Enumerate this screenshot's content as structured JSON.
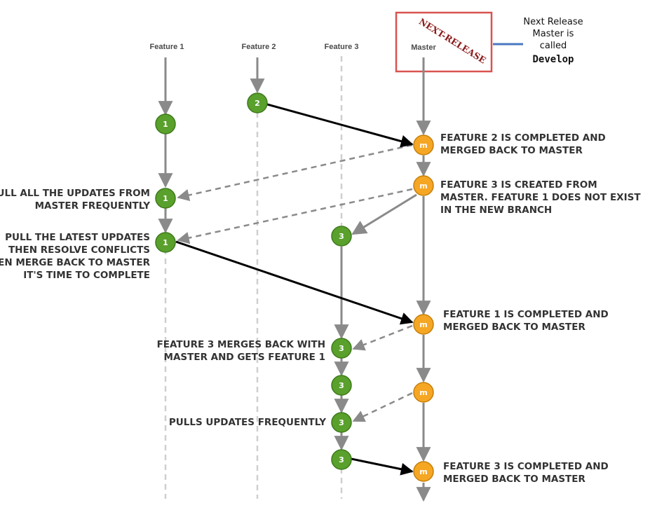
{
  "lanes": [
    {
      "id": "feature1",
      "label": "Feature 1"
    },
    {
      "id": "feature2",
      "label": "Feature 2"
    },
    {
      "id": "feature3",
      "label": "Feature 3"
    },
    {
      "id": "master",
      "label": "Master"
    }
  ],
  "stamp": "NEXT-RELEASE",
  "note": {
    "line1": "Next Release",
    "line2": "Master is",
    "line3": "called",
    "line4": "Develop"
  },
  "nodes": {
    "f2": "2",
    "f1": "1",
    "f3": "3",
    "merge": "m"
  },
  "annotations": {
    "master_m1": [
      "FEATURE 2 IS COMPLETED AND",
      "MERGED BACK TO MASTER"
    ],
    "master_m2": [
      "FEATURE 3 IS CREATED FROM",
      "MASTER. FEATURE 1 DOES NOT EXIST",
      "IN THE NEW BRANCH"
    ],
    "master_m3": [
      "FEATURE 1 IS COMPLETED AND",
      "MERGED BACK TO MASTER"
    ],
    "master_m5": [
      "FEATURE 3 IS COMPLETED AND",
      "MERGED BACK TO MASTER"
    ],
    "f1_pull": [
      "PULL ALL THE UPDATES FROM",
      "MASTER FREQUENTLY"
    ],
    "f1_complete": [
      "PULL THE LATEST UPDATES",
      "THEN RESOLVE CONFLICTS",
      "THEN MERGE BACK TO MASTER",
      "IT'S TIME TO COMPLETE"
    ],
    "f3_merge": [
      "FEATURE 3 MERGES BACK WITH",
      "MASTER AND GETS FEATURE 1"
    ],
    "f3_pull": [
      "PULLS UPDATES FREQUENTLY"
    ]
  },
  "colors": {
    "branch_line": "#8a8a8a",
    "guide_line": "#cfcfcf",
    "merge_arrow": "#000000",
    "feature_node": "#5aa02c",
    "feature_node_border": "#3d7a1a",
    "master_node": "#f5a623",
    "master_node_border": "#c47f0c",
    "highlight_box": "#d9534f",
    "connector": "#4a78c2"
  }
}
